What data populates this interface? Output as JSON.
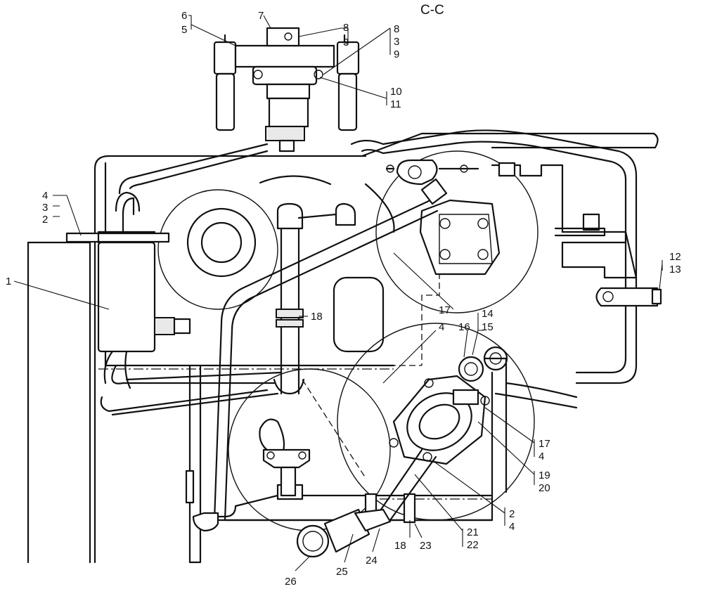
{
  "section_title": "C-C",
  "labels": {
    "l1": "1",
    "l2a": "2",
    "l3a": "3",
    "l4a": "4",
    "l5": "5",
    "l6": "6",
    "l7": "7",
    "l8a": "8",
    "l3b": "3",
    "l8b": "8",
    "l3c": "3",
    "l9": "9",
    "l10": "10",
    "l11": "11",
    "l12": "12",
    "l13": "13",
    "l14": "14",
    "l15": "15",
    "l16": "16",
    "l17a": "17",
    "l4b": "4",
    "l18a": "18",
    "l17b": "17",
    "l4c": "4",
    "l19": "19",
    "l20": "20",
    "l2b": "2",
    "l4d": "4",
    "l21": "21",
    "l22": "22",
    "l18b": "18",
    "l23": "23",
    "l24": "24",
    "l25": "25",
    "l26": "26"
  }
}
